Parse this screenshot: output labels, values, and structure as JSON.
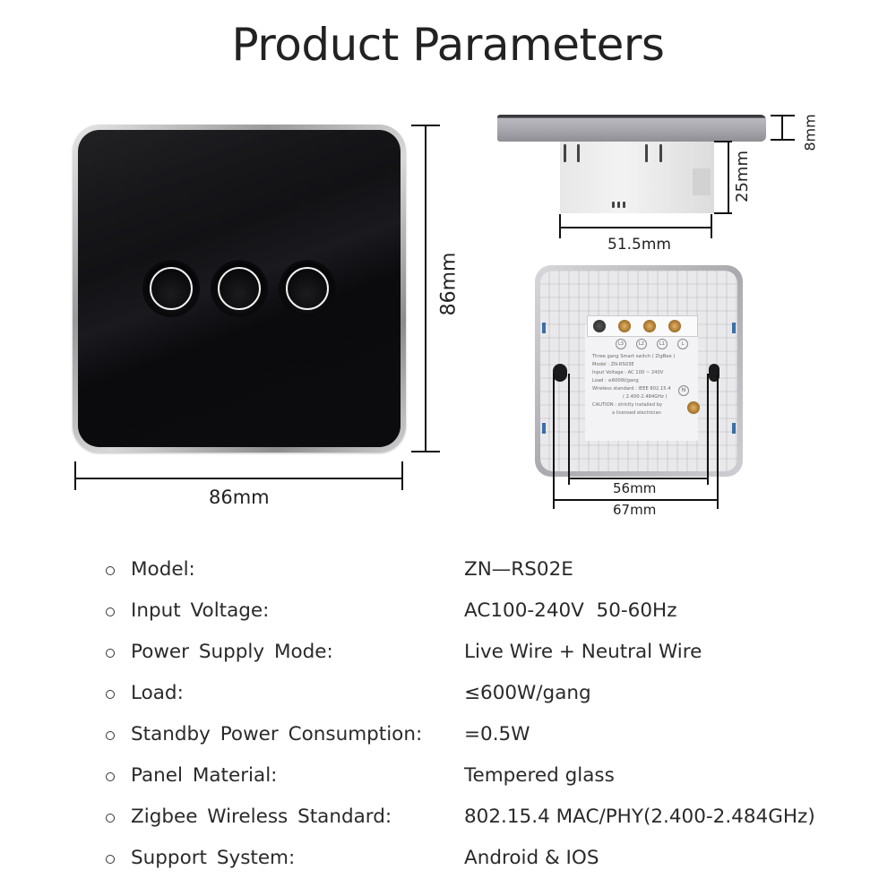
{
  "title": "Product Parameters",
  "front_view": {
    "width_label": "86mm",
    "height_label": "86mm",
    "gang_count": 3
  },
  "side_view": {
    "thickness_label": "8mm",
    "depth_label": "25mm",
    "body_width_label": "51.5mm"
  },
  "back_view": {
    "inner_spacing_label": "56mm",
    "outer_spacing_label": "67mm",
    "terminals": [
      "L3",
      "L2",
      "L1",
      "L"
    ],
    "neutral_terminal": "N",
    "label_lines": [
      "Three gang Smart switch ( ZigBee )",
      "Model : ZN-RS03E",
      "Input Voltage : AC 100 ~ 240V",
      "Load : ≤600W/gang",
      "Wireless standard : IEEE 802.15.4",
      "( 2.400-2.484GHz )",
      "CAUTION : strictly installed by",
      "a licensed electrician"
    ]
  },
  "specs": [
    {
      "label": "Model:",
      "value": "ZN—RS02E"
    },
    {
      "label": "Input Voltage:",
      "value": "AC100-240V  50-60Hz"
    },
    {
      "label": "Power Supply Mode:",
      "value": "Live Wire + Neutral Wire"
    },
    {
      "label": "Load:",
      "value": "≤600W/gang"
    },
    {
      "label": "Standby Power Consumption:",
      "value": "=0.5W"
    },
    {
      "label": "Panel Material:",
      "value": "Tempered glass"
    },
    {
      "label": "Zigbee Wireless Standard:",
      "value": "802.15.4 MAC/PHY(2.400-2.484GHz)"
    },
    {
      "label": "Support System:",
      "value": "Android & IOS"
    }
  ]
}
